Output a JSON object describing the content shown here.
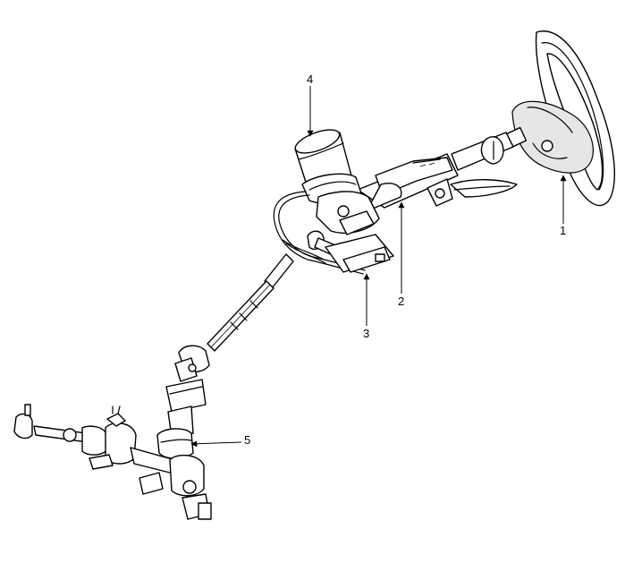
{
  "callouts": [
    {
      "id": "1",
      "label": "1"
    },
    {
      "id": "2",
      "label": "2"
    },
    {
      "id": "3",
      "label": "3"
    },
    {
      "id": "4",
      "label": "4"
    },
    {
      "id": "5",
      "label": "5"
    }
  ],
  "colors": {
    "line": "#000000",
    "background": "#ffffff",
    "shade": "#e6e6e6"
  }
}
